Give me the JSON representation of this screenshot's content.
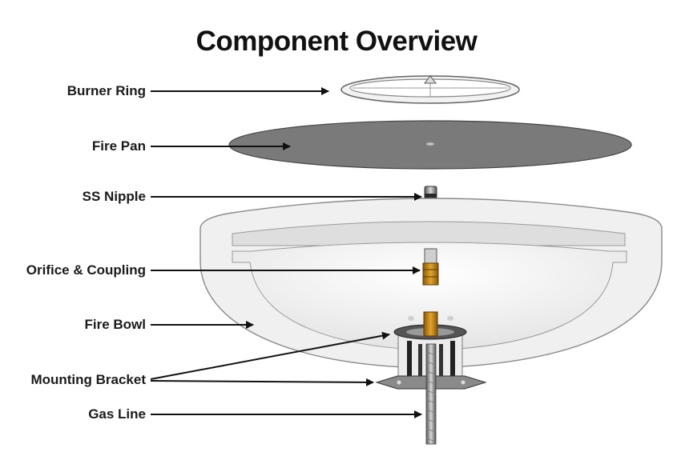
{
  "title": "Component Overview",
  "labels": {
    "burner_ring": "Burner Ring",
    "fire_pan": "Fire Pan",
    "ss_nipple": "SS Nipple",
    "orifice_coupling": "Orifice & Coupling",
    "fire_bowl": "Fire Bowl",
    "mounting_bracket": "Mounting Bracket",
    "gas_line": "Gas Line"
  },
  "colors": {
    "fire_pan": "#7a7a7a",
    "bowl_body": "#efefef",
    "bowl_interior": "#f8f8f8",
    "brass": "#c8860a",
    "arrow": "#111111"
  }
}
